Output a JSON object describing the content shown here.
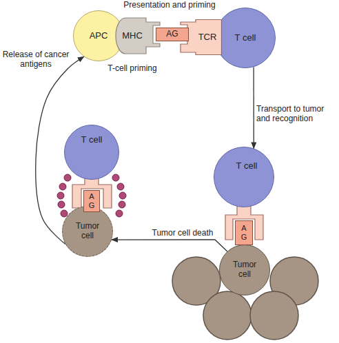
{
  "diagram": {
    "title": "Presentation and priming",
    "nodes": [
      {
        "text": [
          "APC"
        ]
      },
      {
        "text": [
          "MHC"
        ]
      },
      {
        "text": [
          "AG"
        ]
      },
      {
        "text": [
          "TCR"
        ]
      },
      {
        "text": [
          "T cell"
        ]
      },
      {
        "text": [
          "T cell"
        ]
      },
      {
        "text": [
          "AG"
        ]
      },
      {
        "text": [
          "Tumor cell"
        ]
      },
      {
        "text": [
          "T cell"
        ]
      },
      {
        "text": [
          "AG"
        ]
      },
      {
        "text": [
          "Tumor cell"
        ]
      }
    ],
    "edges": [
      {
        "from": 4,
        "to": 8,
        "arrow": "to",
        "label": "Transport to tumor and recognition"
      },
      {
        "from": 10,
        "to": 7,
        "arrow": "to",
        "label": "Tumor cell death"
      },
      {
        "from": 7,
        "to": 0,
        "arrow": "to",
        "label": "Release of cancer antigens"
      }
    ],
    "labels": [
      "T-cell priming"
    ]
  }
}
